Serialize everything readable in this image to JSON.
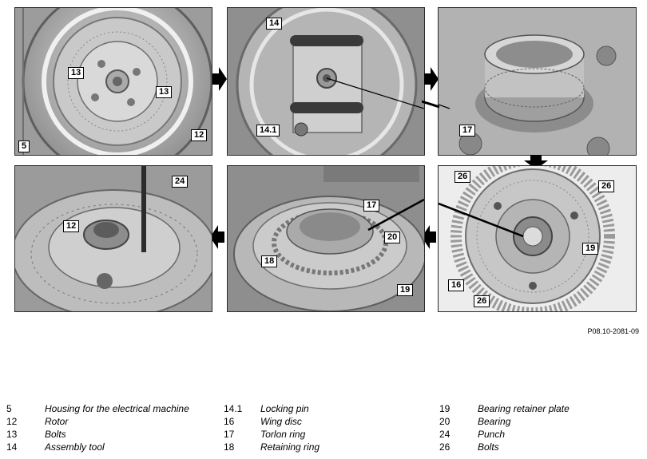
{
  "photos": [
    {
      "id": "p1",
      "callouts": [
        "13",
        "13",
        "5",
        "12"
      ]
    },
    {
      "id": "p2",
      "callouts": [
        "14",
        "14.1"
      ]
    },
    {
      "id": "p3",
      "callouts": [
        "17"
      ]
    },
    {
      "id": "p4",
      "callouts": [
        "26",
        "26",
        "19",
        "16",
        "26"
      ]
    },
    {
      "id": "p5",
      "callouts": [
        "17",
        "20",
        "18",
        "19"
      ]
    },
    {
      "id": "p6",
      "callouts": [
        "24",
        "12"
      ]
    }
  ],
  "reference": "P08.10-2081-09",
  "legend": [
    [
      {
        "num": "5",
        "desc": "Housing for the electrical machine"
      },
      {
        "num": "12",
        "desc": "Rotor"
      },
      {
        "num": "13",
        "desc": "Bolts"
      },
      {
        "num": "14",
        "desc": "Assembly tool"
      }
    ],
    [
      {
        "num": "14.1",
        "desc": "Locking pin"
      },
      {
        "num": "16",
        "desc": "Wing disc"
      },
      {
        "num": "17",
        "desc": "Torlon ring"
      },
      {
        "num": "18",
        "desc": "Retaining ring"
      }
    ],
    [
      {
        "num": "19",
        "desc": "Bearing retainer plate"
      },
      {
        "num": "20",
        "desc": "Bearing"
      },
      {
        "num": "24",
        "desc": "Punch"
      },
      {
        "num": "26",
        "desc": "Bolts"
      }
    ]
  ],
  "colors": {
    "photo_bg": "#b9b9b9",
    "arrow": "#000000",
    "callout_border": "#000000"
  }
}
